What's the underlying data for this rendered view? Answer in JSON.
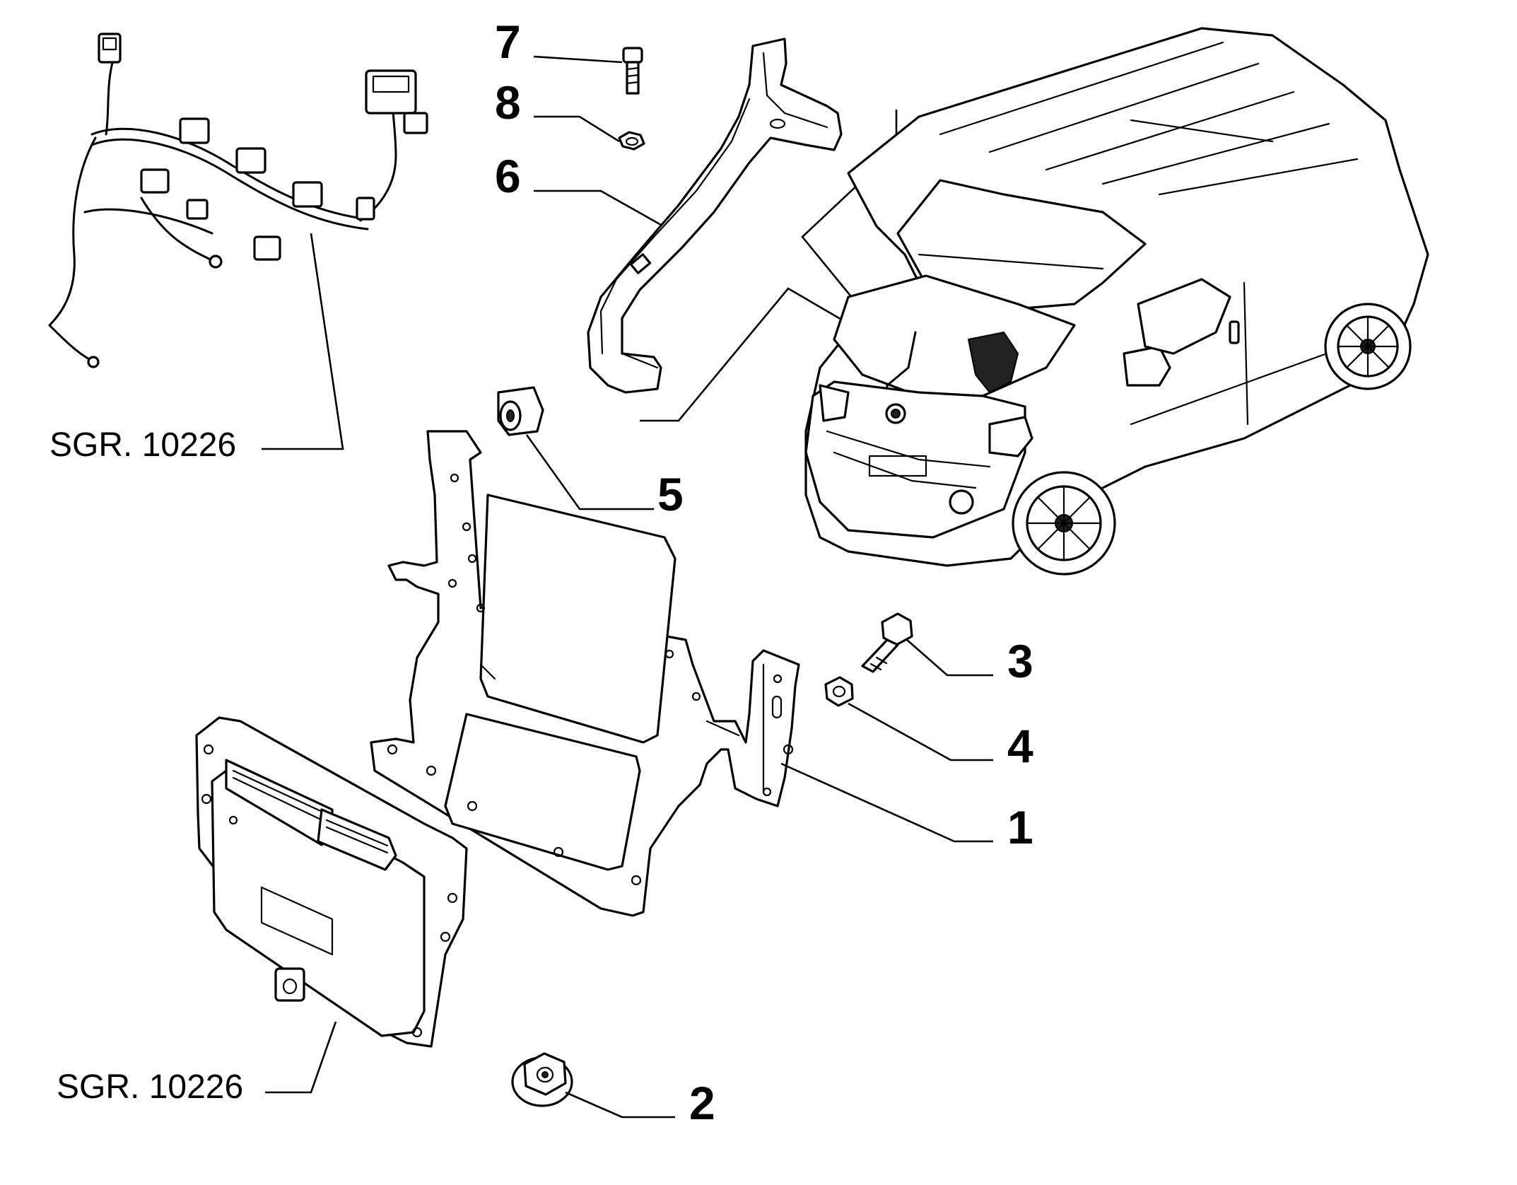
{
  "callouts": {
    "c1": "1",
    "c2": "2",
    "c3": "3",
    "c4": "4",
    "c5": "5",
    "c6": "6",
    "c7": "7",
    "c8": "8"
  },
  "references": {
    "harness_ref": "SGR. 10226",
    "ecu_ref": "SGR. 10226"
  }
}
